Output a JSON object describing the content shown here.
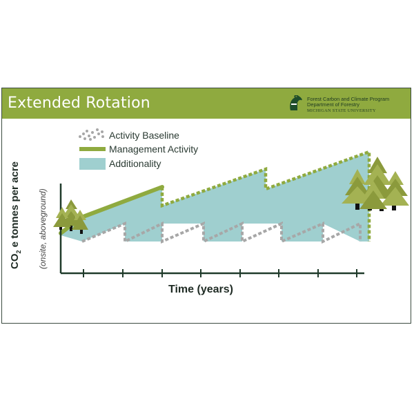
{
  "banner": {
    "title": "Extended Rotation"
  },
  "logo": {
    "icon": "spartan-helmet-icon",
    "line1": "Forest Carbon and Climate Program",
    "line2": "Department of Forestry",
    "line3": "MICHIGAN STATE UNIVERSITY"
  },
  "legend": {
    "baseline": "Activity Baseline",
    "management": "Management Activity",
    "additionality": "Additionality"
  },
  "axes": {
    "x_title": "Time (years)",
    "y_title_main": "CO",
    "y_title_sub": "2",
    "y_title_rest": "e tonnes per acre",
    "y_subtitle": "(onsite, aboveground)"
  },
  "colors": {
    "banner": "#8faa3f",
    "management": "#8faa3f",
    "additionality": "#9fcfcf",
    "baseline": "#a7a7a7",
    "axis": "#1f3a2a",
    "tree": "#9aaa4a"
  },
  "chart_data": {
    "type": "line",
    "xlabel": "Time (years)",
    "ylabel": "CO2e tonnes per acre (onsite, aboveground)",
    "series": [
      {
        "name": "Activity Baseline",
        "style": "dotted-sawtooth"
      },
      {
        "name": "Management Activity",
        "style": "solid-then-dotted-sawtooth"
      },
      {
        "name": "Additionality",
        "style": "filled-area"
      }
    ],
    "x_ticks": 8,
    "grid": false,
    "legend_position": "top-left"
  }
}
